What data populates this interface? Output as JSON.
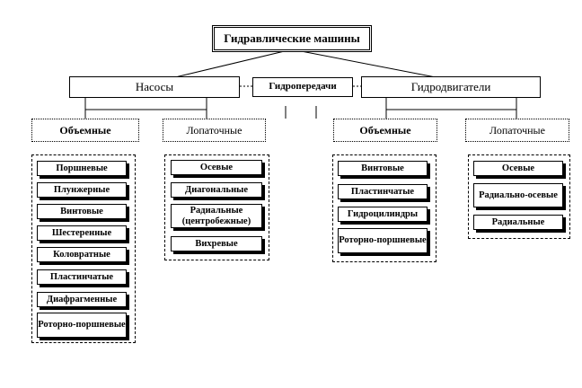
{
  "diagram": {
    "root": "Гидравлические машины",
    "pumps": {
      "label": "Насосы",
      "volumetric": {
        "label": "Объемные",
        "items": [
          "Поршневые",
          "Плунжерные",
          "Винтовые",
          "Шестеренные",
          "Коловратные",
          "Пластинчатые",
          "Диафрагменные",
          "Роторно-поршневые"
        ]
      },
      "vane": {
        "label": "Лопаточные",
        "items": [
          "Осевые",
          "Диагональные",
          "Радиальные (центробежные)",
          "Вихревые"
        ]
      }
    },
    "transmissions": {
      "label": "Гидропередачи"
    },
    "motors": {
      "label": "Гидродвигатели",
      "volumetric": {
        "label": "Объемные",
        "items": [
          "Винтовые",
          "Пластинчатые",
          "Гидроцилиндры",
          "Роторно-поршневые"
        ]
      },
      "vane": {
        "label": "Лопаточные",
        "items": [
          "Осевые",
          "Радиально-осевые",
          "Радиальные"
        ]
      }
    }
  }
}
